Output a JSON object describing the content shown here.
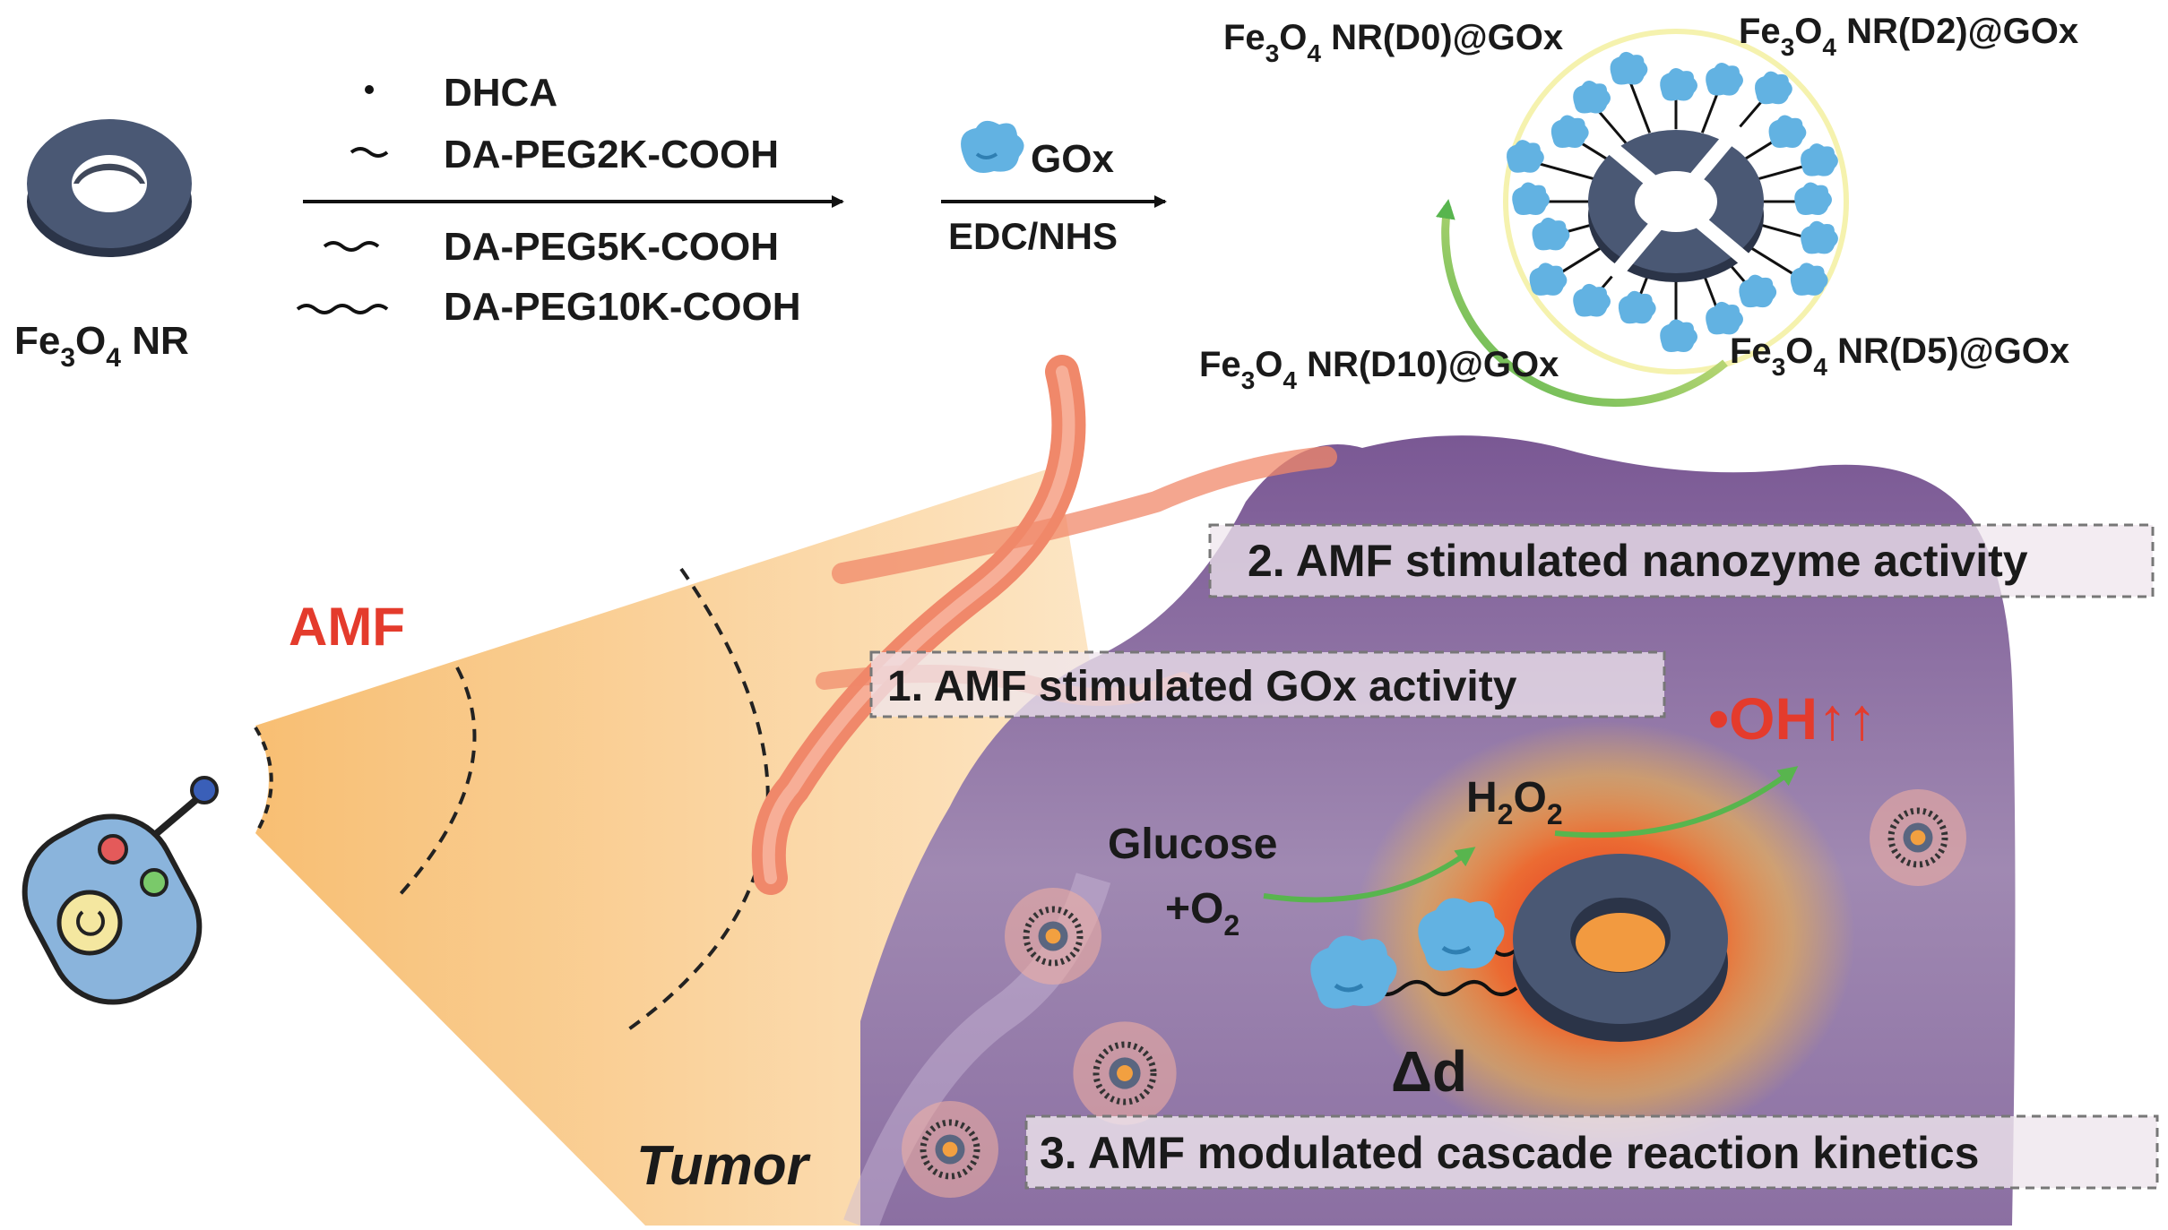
{
  "reactant": {
    "main": "Fe",
    "sub1": "3",
    "mid": "O",
    "sub2": "4",
    "tail": " NR"
  },
  "ligands": [
    "DHCA",
    "DA-PEG2K-COOH",
    "DA-PEG5K-COOH",
    "DA-PEG10K-COOH"
  ],
  "step2": {
    "enzyme": "GOx",
    "reagent": "EDC/NHS"
  },
  "products": [
    {
      "pre": "Fe",
      "s1": "3",
      "o": "O",
      "s2": "4",
      "rest": " NR(D0)@GOx"
    },
    {
      "pre": "Fe",
      "s1": "3",
      "o": "O",
      "s2": "4",
      "rest": " NR(D2)@GOx"
    },
    {
      "pre": "Fe",
      "s1": "3",
      "o": "O",
      "s2": "4",
      "rest": " NR(D10)@GOx"
    },
    {
      "pre": "Fe",
      "s1": "3",
      "o": "O",
      "s2": "4",
      "rest": " NR(D5)@GOx"
    }
  ],
  "amf_label": "AMF",
  "steps": [
    "1. AMF stimulated GOx activity",
    "2. AMF stimulated nanozyme activity",
    "3. AMF modulated cascade reaction kinetics"
  ],
  "reaction": {
    "glucose": "Glucose",
    "o2_pre": "+O",
    "o2_sub": "2",
    "h2o2_a": "H",
    "h2o2_s1": "2",
    "h2o2_b": "O",
    "h2o2_s2": "2",
    "oh": "•OH↑↑",
    "delta": "Δd"
  },
  "tumor_label": "Tumor",
  "colors": {
    "ring": "#4a5874",
    "ring_dark": "#2b3448",
    "enzyme": "#62b2e2",
    "accent_red": "#e43b2c",
    "tumor": "#8a6a9e",
    "cone": "#f8c987",
    "vessel": "#f2997f",
    "green": "#58b54e"
  }
}
